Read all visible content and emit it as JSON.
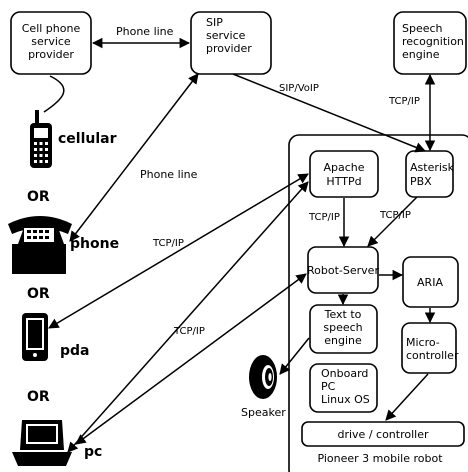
{
  "boxes": {
    "cell_provider": [
      "Cell phone",
      "service",
      "provider"
    ],
    "sip_provider": [
      "SIP",
      "service",
      "provider"
    ],
    "speech_engine": [
      "Speech",
      "recognition",
      "engine"
    ],
    "apache": [
      "Apache",
      "HTTPd"
    ],
    "asterisk": [
      "Asterisk",
      "PBX"
    ],
    "robot_server": [
      "Robot-Server"
    ],
    "aria": [
      "ARIA"
    ],
    "tts": [
      "Text to",
      "speech",
      "engine"
    ],
    "micro": [
      "Micro-",
      "controller"
    ],
    "onboard_pc": [
      "Onboard",
      "PC",
      "Linux OS"
    ],
    "drive": [
      "drive / controller"
    ]
  },
  "edge_labels": {
    "phone_line_top": "Phone line",
    "phone_line_mid": "Phone line",
    "sip_voip": "SIP/VoIP",
    "tcpip_speech": "TCP/IP",
    "tcpip_apache": "TCP/IP",
    "tcpip_asterisk": "TCP/IP",
    "tcpip_pda": "TCP/IP",
    "tcpip_pc": "TCP/IP"
  },
  "devices": {
    "cellular": "cellular",
    "phone": "phone",
    "pda": "pda",
    "pc": "pc",
    "or1": "OR",
    "or2": "OR",
    "or3": "OR"
  },
  "speaker": "Speaker",
  "robot_container": "Pioneer 3 mobile robot"
}
